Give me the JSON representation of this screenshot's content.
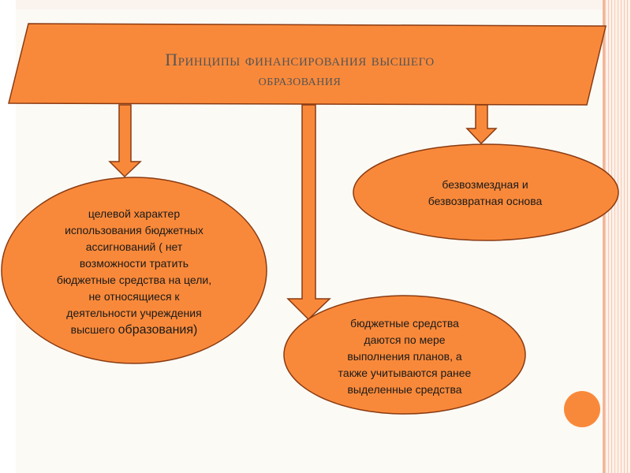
{
  "title": {
    "line1": "Принципы финансирования высшего",
    "line2": "образования"
  },
  "nodes": {
    "left": {
      "text_main": "целевой характер\nиспользования бюджетных\nассигнований ( нет\nвозможности тратить\nбюджетные средства на цели,\nне относящиеся к\nдеятельности учреждения\nвысшего ",
      "text_tail": "образования)"
    },
    "middle": {
      "text": "бюджетные средства\nдаются по мере\nвыполнения планов, а\nтакже учитываются ранее\nвыделенные средства"
    },
    "right": {
      "text": "безвозмездная и\nбезвозвратная основа"
    }
  },
  "colors": {
    "fill": "#f9893a",
    "stroke": "#8a3b12",
    "decor_circle": "#f9893a"
  }
}
